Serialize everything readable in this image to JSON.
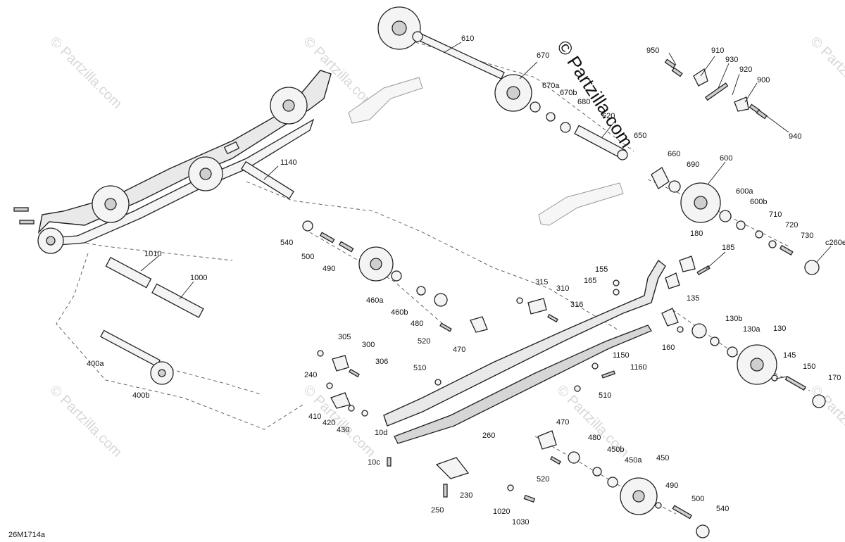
{
  "diagram_code": "26M1714a",
  "brand_watermark": "© Partzilla.com",
  "faint_watermark": "© Partzilla.com",
  "part_labels": [
    "610",
    "670",
    "670a",
    "670b",
    "680",
    "620",
    "650",
    "950",
    "910",
    "930",
    "920",
    "900",
    "940",
    "660",
    "690",
    "600",
    "600a",
    "600b",
    "710",
    "720",
    "730",
    "c260e",
    "1140",
    "180",
    "185",
    "540",
    "500",
    "490",
    "460a",
    "460b",
    "480",
    "520",
    "470",
    "315",
    "310",
    "316",
    "155",
    "165",
    "135",
    "130b",
    "130a",
    "130",
    "145",
    "150",
    "170",
    "160",
    "1010",
    "1000",
    "400a",
    "400b",
    "305",
    "300",
    "306",
    "240",
    "410",
    "420",
    "430",
    "510",
    "1150",
    "1160",
    "510",
    "10d",
    "10c",
    "260",
    "230",
    "250",
    "470",
    "480",
    "450b",
    "450a",
    "450",
    "520",
    "490",
    "500",
    "540",
    "1020",
    "1030"
  ]
}
